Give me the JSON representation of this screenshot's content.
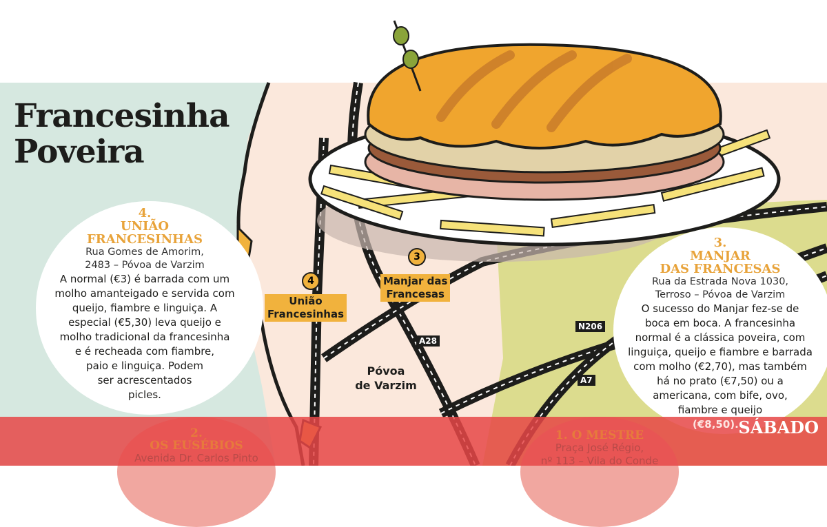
{
  "title": {
    "line1": "Francesinha",
    "line2": "Poveira"
  },
  "restaurants": [
    {
      "number": "4.",
      "name_line1": "UNIÃO",
      "name_line2": "FRANCESINHAS",
      "address_line1": "Rua Gomes de Amorim,",
      "address_line2": "2483 – Póvoa de Varzim",
      "description": [
        "A normal (€3) é barrada com um",
        "molho amanteigado e servida com",
        "queijo, fiambre e linguiça. A",
        "especial (€5,30) leva queijo e",
        "molho tradicional da francesinha",
        "e é recheada com fiambre,",
        "paio e linguiça. Podem",
        "ser acrescentados",
        "picles."
      ]
    },
    {
      "number": "3.",
      "name_line1": "MANJAR",
      "name_line2": "DAS FRANCESAS",
      "address_line1": "Rua da Estrada Nova 1030,",
      "address_line2": "Terroso – Póvoa de Varzim",
      "description": [
        "O sucesso do Manjar fez-se de",
        "boca em boca. A francesinha",
        "normal é a clássica poveira, com",
        "linguiça, queijo e fiambre e barrada",
        "com molho (€2,70), mas também",
        "há no prato (€7,50) ou a",
        "americana, com bife, ovo,",
        "fiambre e queijo",
        "(€8,50)."
      ]
    },
    {
      "number": "2.",
      "name": "OS EUSÉBIOS",
      "address_line1": "Avenida Dr. Carlos Pinto"
    },
    {
      "number": "1.",
      "name": "O MESTRE",
      "address_line1": "Praça José Régio,",
      "address_line2": "nº 113 – Vila do Conde"
    }
  ],
  "map": {
    "pins": [
      {
        "number": "4",
        "label_line1": "União",
        "label_line2": "Francesinhas"
      },
      {
        "number": "3",
        "label_line1": "Manjar das",
        "label_line2": "Francesas"
      }
    ],
    "roads": [
      "A28",
      "N206",
      "A7"
    ],
    "town": {
      "line1": "Póvoa",
      "line2": "de Varzim"
    }
  },
  "brand": "SÁBADO",
  "colors": {
    "accent": "#f1b23d",
    "title_orange": "#e8a33a",
    "left_bg": "#d6e8e0",
    "map_bg": "#fbe8dc",
    "right_bg": "#dcdc8e",
    "red_band": "#e64646"
  }
}
